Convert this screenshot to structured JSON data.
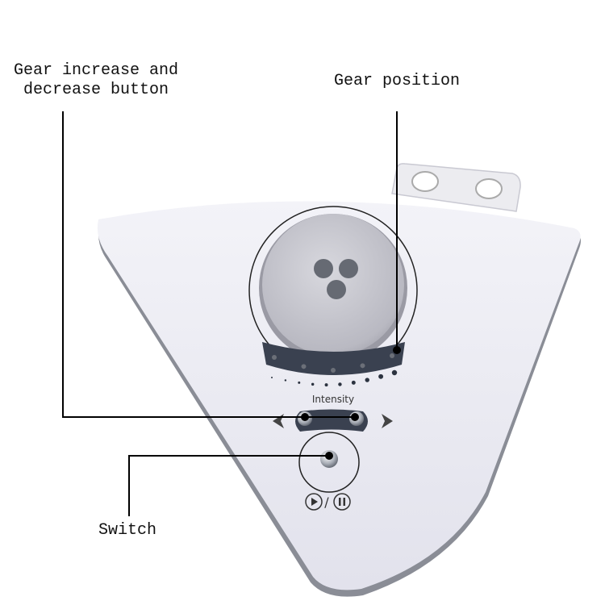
{
  "callouts": {
    "gear_buttons": {
      "line1": "Gear increase and",
      "line2": "decrease button"
    },
    "gear_position": "Gear position",
    "switch": "Switch"
  },
  "device": {
    "intensity_label": "Intensity",
    "play_pause_separator": "/",
    "icons": [
      "left-arrow-icon",
      "right-arrow-icon",
      "play-icon",
      "pause-icon"
    ],
    "gear_led_count": 5,
    "intensity_dot_count": 10
  },
  "colors": {
    "body": "#e9e9f1",
    "panel_dark": "#3a4150",
    "callout_line": "#000000"
  }
}
